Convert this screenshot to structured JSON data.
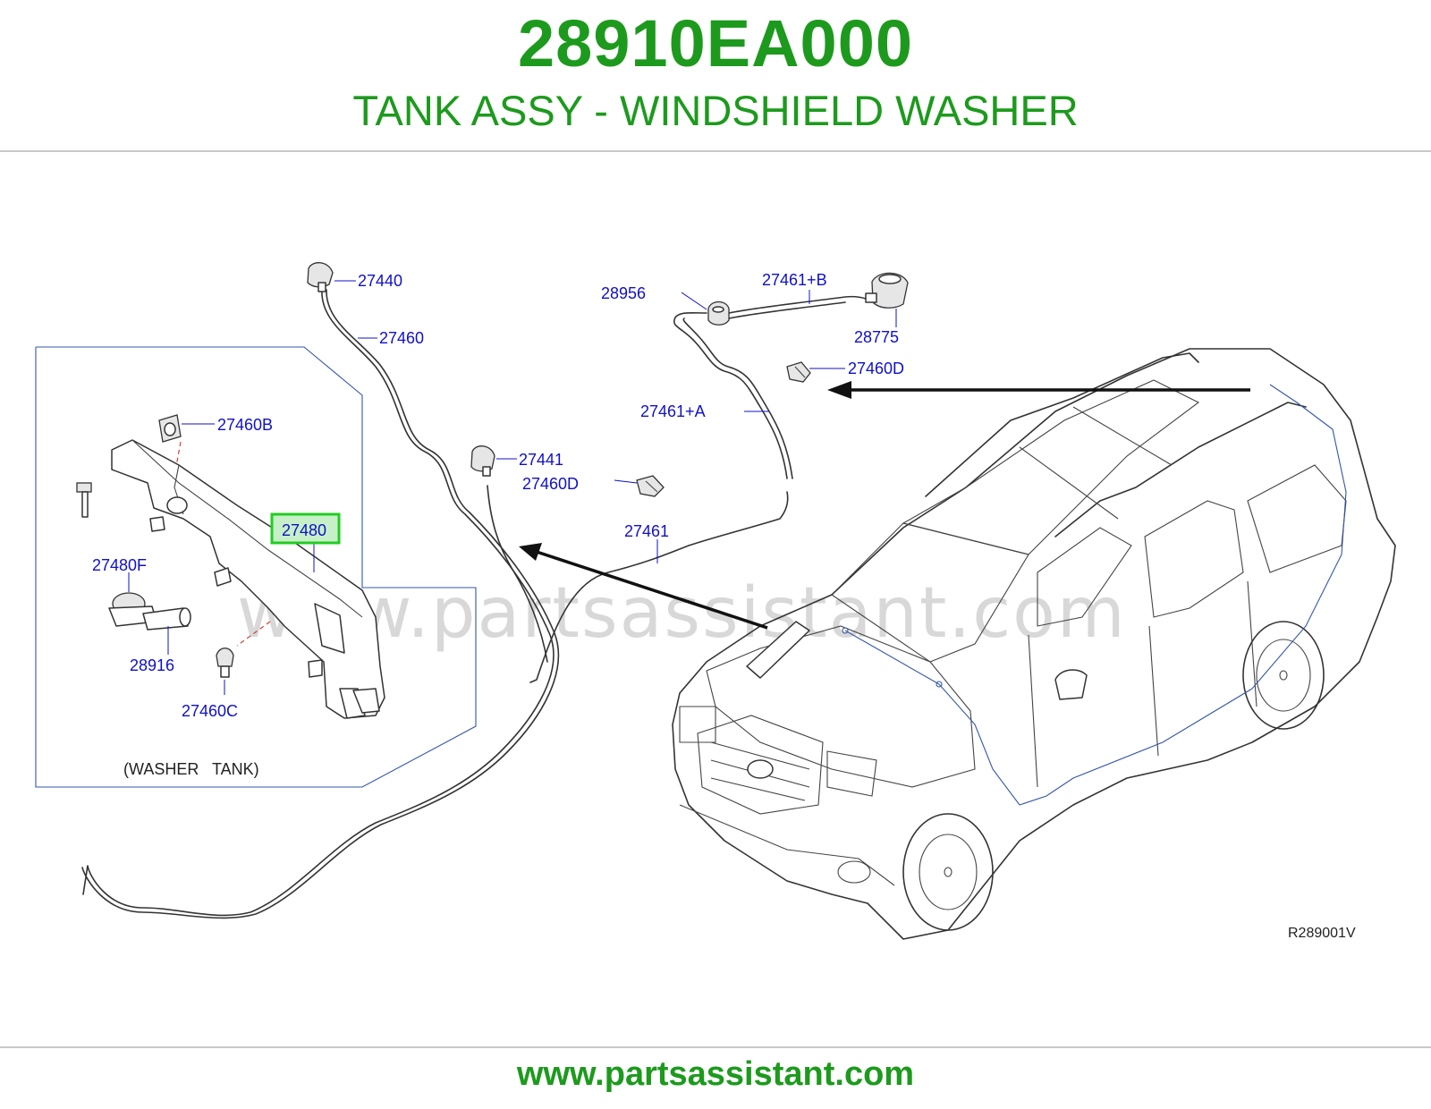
{
  "header": {
    "part_number": "28910EA000",
    "part_name": "TANK ASSY - WINDSHIELD WASHER"
  },
  "diagram": {
    "watermark": "www.partsassistant.com",
    "caption": "(WASHER   TANK)",
    "reference_code": "R289001V",
    "highlighted_part": "27480",
    "callouts": {
      "c27440": "27440",
      "c27460": "27460",
      "c27460B": "27460B",
      "c27480": "27480",
      "c27480F": "27480F",
      "c28916": "28916",
      "c27460C": "27460C",
      "c27441": "27441",
      "c27460D_a": "27460D",
      "c27461": "27461",
      "c28956": "28956",
      "c27461B": "27461+B",
      "c28775": "28775",
      "c27460D_b": "27460D",
      "c27461A": "27461+A"
    },
    "colors": {
      "brand_green": "#1d9a1d",
      "callout_blue": "#1010c8",
      "highlight_green": "#22cc22"
    }
  },
  "footer": {
    "url": "www.partsassistant.com"
  }
}
